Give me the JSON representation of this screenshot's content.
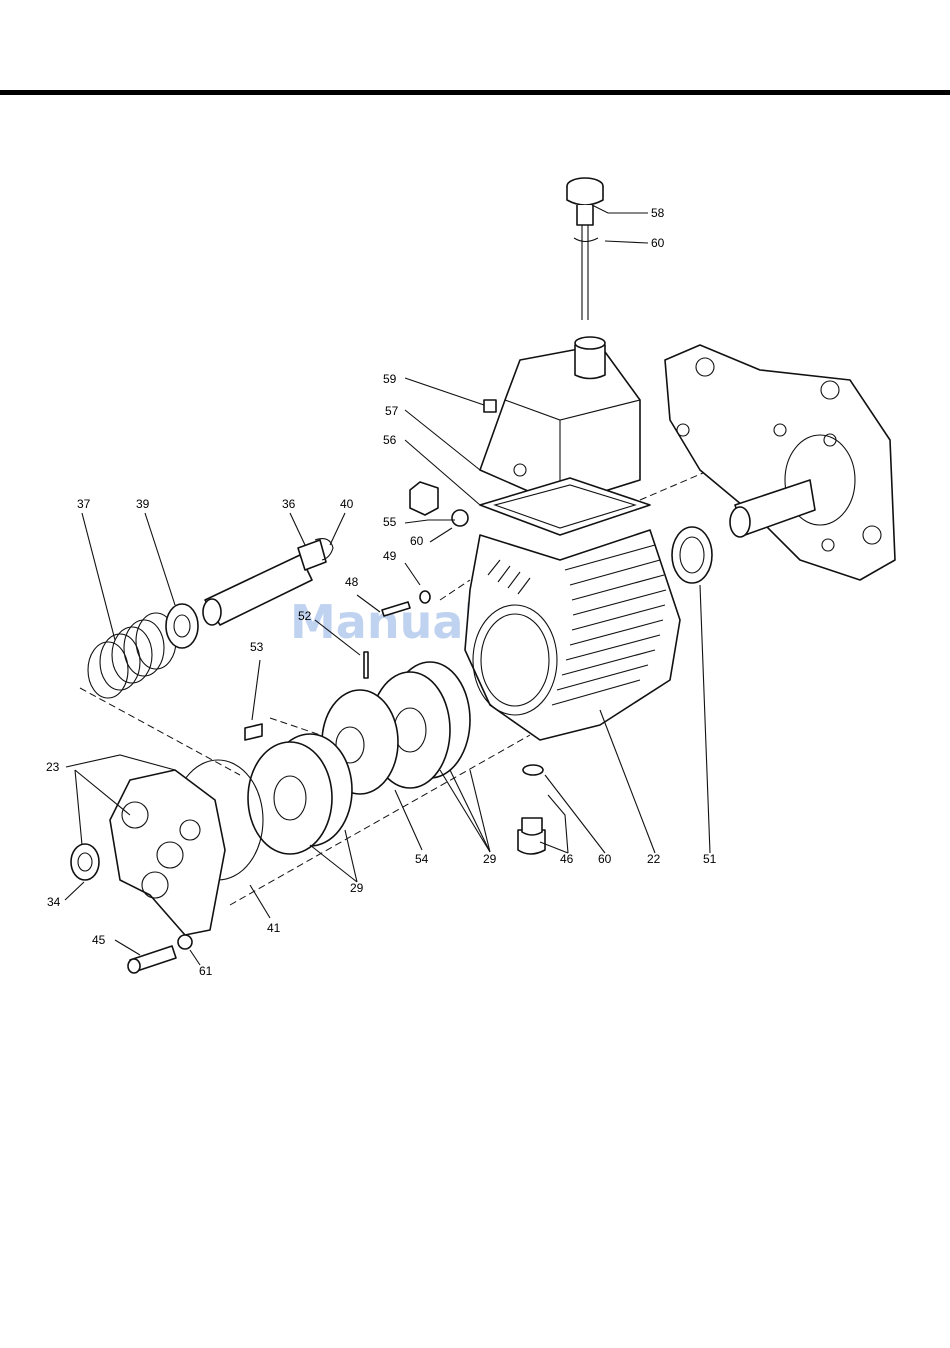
{
  "watermark": "ManualsLib.de",
  "callouts": [
    "58",
    "60",
    "59",
    "57",
    "56",
    "55",
    "60",
    "49",
    "48",
    "52",
    "53",
    "37",
    "39",
    "36",
    "40",
    "23",
    "34",
    "45",
    "61",
    "41",
    "29",
    "54",
    "29",
    "46",
    "60",
    "22",
    "51"
  ]
}
